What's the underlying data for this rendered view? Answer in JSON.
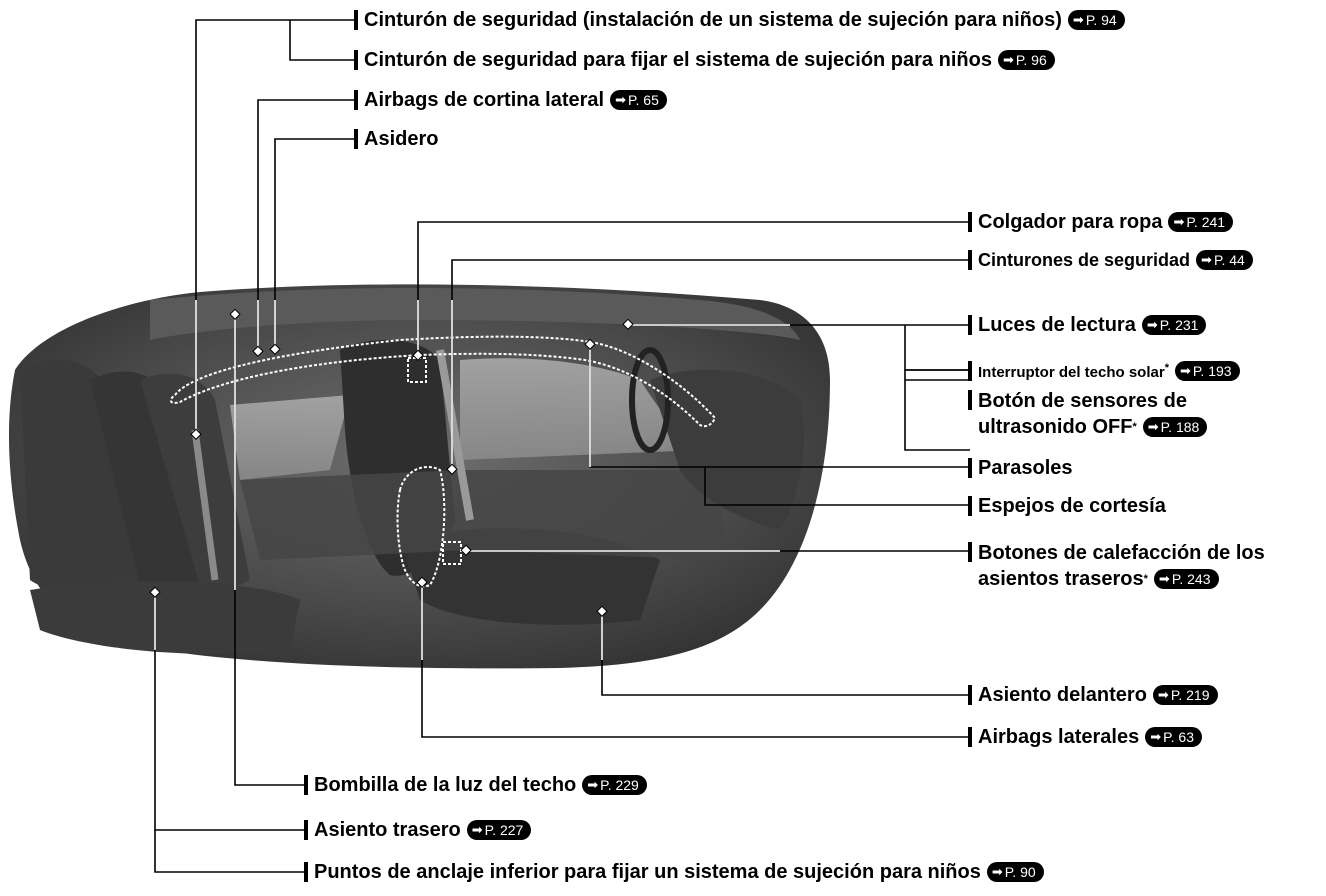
{
  "labels": {
    "cinturon_instalacion": "Cinturón de seguridad (instalación de un sistema de sujeción para niños)",
    "cinturon_fijar": "Cinturón de seguridad para fijar el sistema de sujeción para niños",
    "airbags_cortina": "Airbags de cortina lateral",
    "asidero": "Asidero",
    "colgador": "Colgador para ropa",
    "cinturones": "Cinturones de seguridad",
    "luces_lectura": "Luces de lectura",
    "interruptor_techo": "Interruptor del techo solar",
    "boton_sensores_1": "Botón de sensores de",
    "boton_sensores_2": "ultrasonido OFF",
    "parasoles": "Parasoles",
    "espejos": "Espejos de cortesía",
    "botones_calef_1": "Botones de calefacción de los",
    "botones_calef_2": "asientos traseros",
    "asiento_delantero": "Asiento delantero",
    "airbags_laterales": "Airbags laterales",
    "bombilla": "Bombilla de la luz del techo",
    "asiento_trasero": "Asiento trasero",
    "puntos_anclaje": "Puntos de anclaje inferior para fijar un sistema de sujeción para niños"
  },
  "refs": {
    "cinturon_instalacion": "P. 94",
    "cinturon_fijar": "P. 96",
    "airbags_cortina": "P. 65",
    "colgador": "P. 241",
    "cinturones": "P. 44",
    "luces_lectura": "P. 231",
    "interruptor_techo": "P. 193",
    "boton_sensores": "P. 188",
    "botones_calef": "P. 243",
    "asiento_delantero": "P. 219",
    "airbags_laterales": "P. 63",
    "bombilla": "P. 229",
    "asiento_trasero": "P. 227",
    "puntos_anclaje": "P. 90"
  },
  "asterisk": "*",
  "arrow_icon": "right-arrow-icon"
}
